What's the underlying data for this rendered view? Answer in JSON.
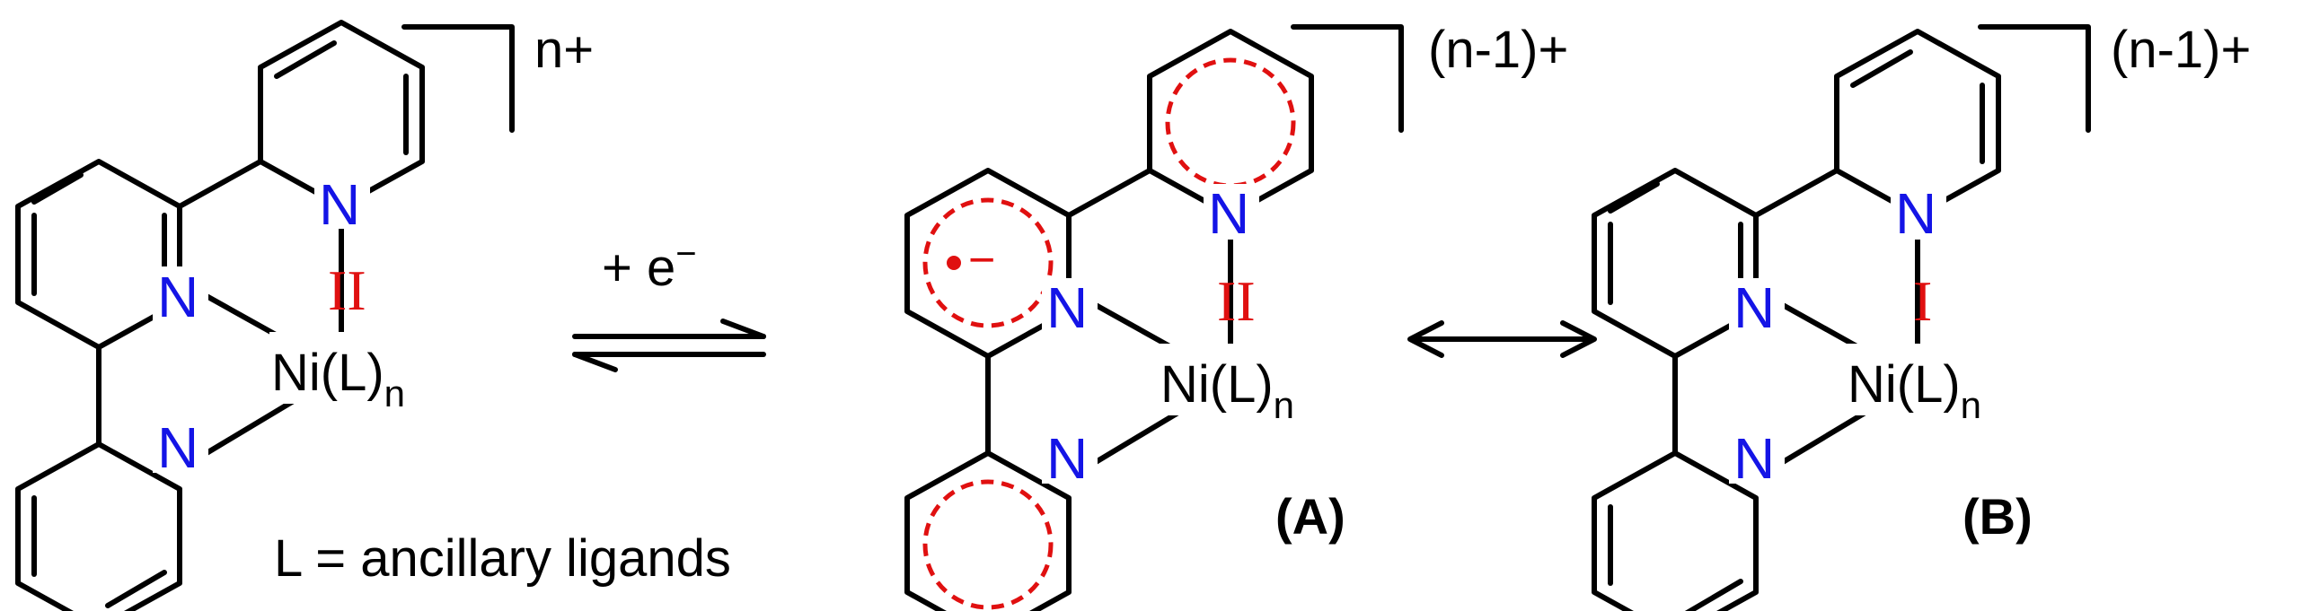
{
  "atom_labels": {
    "nitrogen": "N",
    "metal": "Ni(L)",
    "subscript": "n"
  },
  "charges": {
    "reactant": "n+",
    "product_a": "(n-1)+",
    "product_b": "(n-1)+"
  },
  "oxidation_states": {
    "reactant": "II",
    "product_a": "II",
    "product_b": "I"
  },
  "reaction": {
    "reagent": "+ e",
    "reagent_sup": "−"
  },
  "radical_charge": "−",
  "structure_labels": {
    "a": "(A)",
    "b": "(B)"
  },
  "legend": "L = ancillary ligands",
  "colors": {
    "nitrogen": "#1414e6",
    "oxidation_state": "#e01010",
    "radical_ring": "#e01010",
    "bond": "#000000"
  }
}
